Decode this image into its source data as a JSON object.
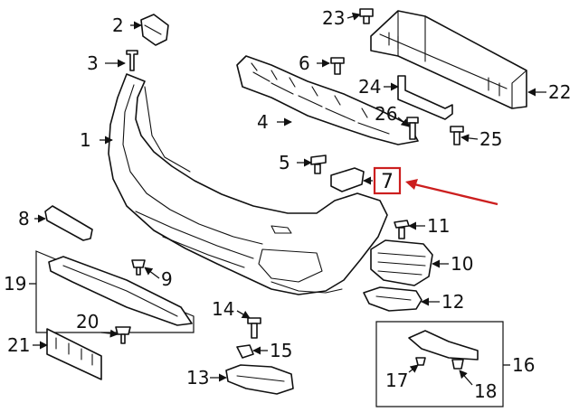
{
  "callouts": {
    "c1": "1",
    "c2": "2",
    "c3": "3",
    "c4": "4",
    "c5": "5",
    "c6": "6",
    "c7": "7",
    "c8": "8",
    "c9": "9",
    "c10": "10",
    "c11": "11",
    "c12": "12",
    "c13": "13",
    "c14": "14",
    "c15": "15",
    "c16": "16",
    "c17": "17",
    "c18": "18",
    "c19": "19",
    "c20": "20",
    "c21": "21",
    "c22": "22",
    "c23": "23",
    "c24": "24",
    "c25": "25",
    "c26": "26"
  },
  "highlight": {
    "part": "7",
    "color": "#cc1f1f"
  }
}
